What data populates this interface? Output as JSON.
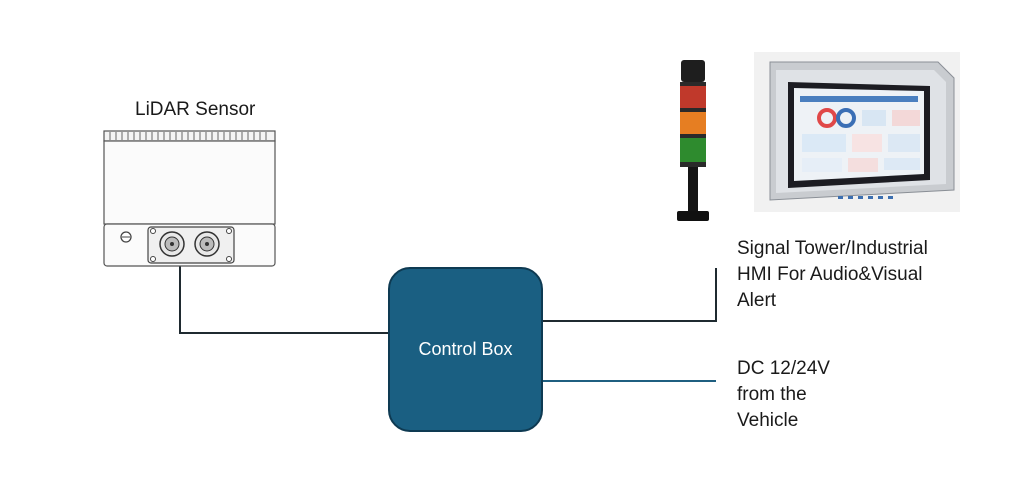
{
  "labels": {
    "lidar_sensor": "LiDAR Sensor",
    "control_box": "Control Box",
    "alert_device": [
      "Signal Tower/Industrial",
      "HMI For Audio&Visual",
      "Alert"
    ],
    "power_source": [
      "DC 12/24V",
      "from the",
      "Vehicle"
    ]
  },
  "colors": {
    "control_box_fill": "#1a5f82",
    "control_box_border": "#0e3a52",
    "connector_line": "#1f2a30",
    "power_line": "#1f5f80"
  },
  "icons": {
    "lidar": "lidar-sensor-icon",
    "signal_tower": "signal-tower-icon",
    "hmi_panel": "hmi-panel-icon"
  }
}
